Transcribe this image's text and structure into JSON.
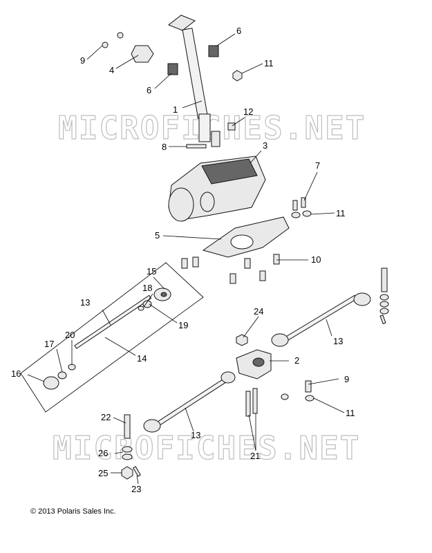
{
  "watermark": "MICROFICHES.NET",
  "copyright": "© 2013 Polaris Sales Inc.",
  "callouts": {
    "c1": "1",
    "c2": "2",
    "c3": "3",
    "c4": "4",
    "c5": "5",
    "c6a": "6",
    "c6b": "6",
    "c7": "7",
    "c8": "8",
    "c9a": "9",
    "c9b": "9",
    "c10": "10",
    "c11a": "11",
    "c11b": "11",
    "c11c": "11",
    "c12": "12",
    "c13a": "13",
    "c13b": "13",
    "c13c": "13",
    "c14": "14",
    "c15": "15",
    "c16": "16",
    "c17": "17",
    "c18": "18",
    "c19": "19",
    "c20": "20",
    "c21": "21",
    "c22": "22",
    "c23": "23",
    "c24": "24",
    "c25": "25",
    "c26": "26"
  }
}
